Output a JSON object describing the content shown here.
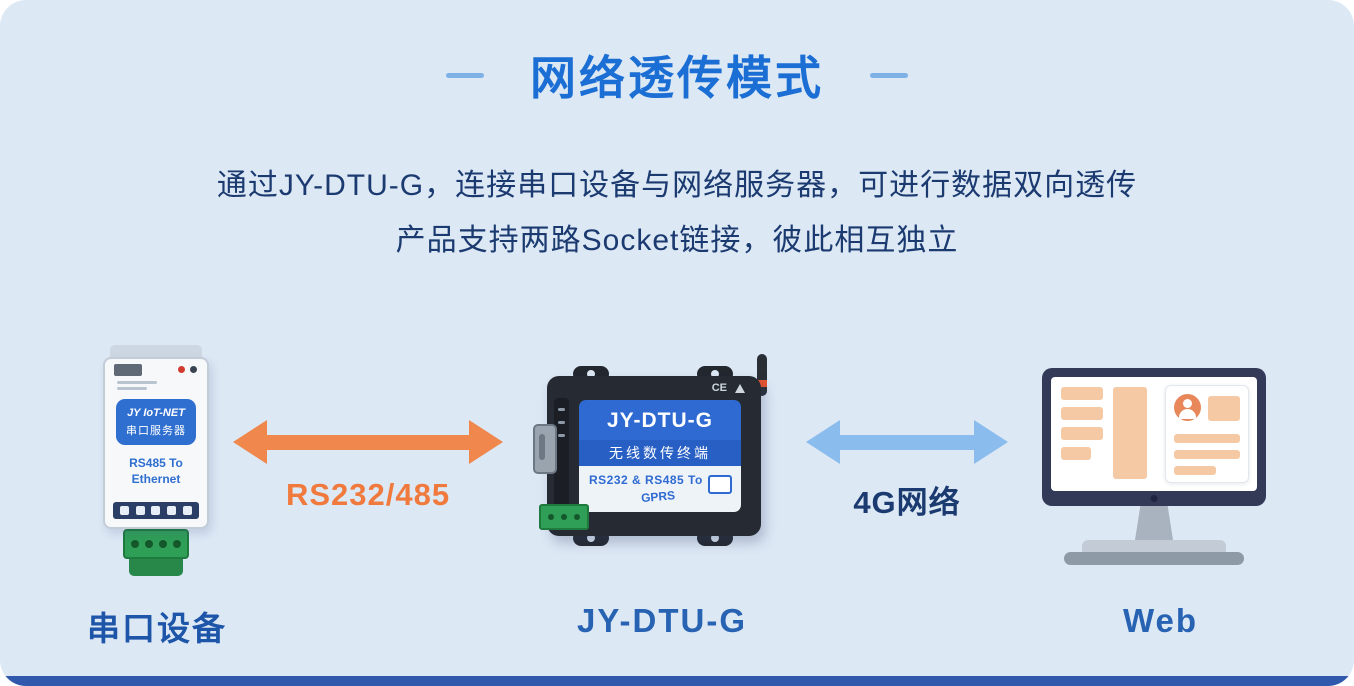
{
  "page": {
    "title": "网络透传模式",
    "description_line1": "通过JY-DTU-G，连接串口设备与网络服务器，可进行数据双向透传",
    "description_line2": "产品支持两路Socket链接，彼此相互独立"
  },
  "devices": {
    "serial": {
      "label": "串口设备",
      "panel_line1": "JY IoT-NET",
      "panel_line2": "串口服务器",
      "body_line1": "RS485 To",
      "body_line2": "Ethernet"
    },
    "dtu": {
      "label": "JY-DTU-G",
      "model": "JY-DTU-G",
      "banner": "无线数传终端",
      "spec_line1": "RS232 & RS485 To",
      "spec_line2": "GPRS",
      "ce_mark": "CE"
    },
    "web": {
      "label": "Web"
    }
  },
  "links": {
    "serial": {
      "label": "RS232/485",
      "color": "#f0874d"
    },
    "cellular": {
      "label": "4G网络",
      "color": "#8abced"
    }
  },
  "colors": {
    "background": "#dde8f5",
    "title_blue": "#1b6ed3",
    "text_navy": "#1a3a70",
    "device_label_blue": "#2763b2",
    "footer_strip": "#3058ac"
  }
}
